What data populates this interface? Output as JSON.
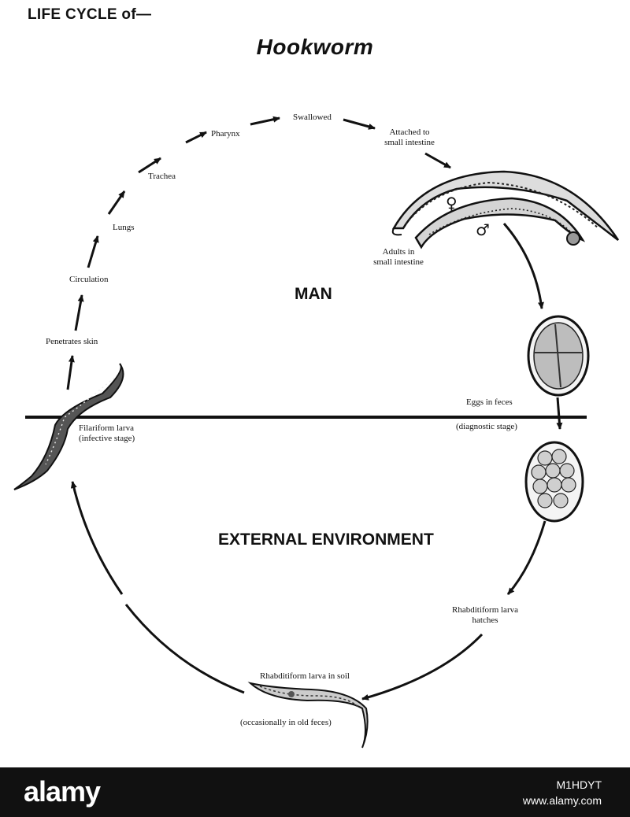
{
  "header": {
    "title": "LIFE CYCLE of—",
    "subtitle": "Hookworm"
  },
  "regions": {
    "host": "MAN",
    "environment": "EXTERNAL ENVIRONMENT"
  },
  "stages": {
    "swallowed": "Swallowed",
    "attached": [
      "Attached to",
      "small intestine"
    ],
    "pharynx": "Pharynx",
    "trachea": "Trachea",
    "lungs": "Lungs",
    "circulation": "Circulation",
    "penetrates": "Penetrates skin",
    "adults": [
      "Adults in",
      "small intestine"
    ],
    "female_symbol": "♀",
    "male_symbol": "♂",
    "eggs": "Eggs in feces",
    "diagnostic": "(diagnostic stage)",
    "filariform": [
      "Filariform larva",
      "(infective stage)"
    ],
    "rhabditiform_hatches": [
      "Rhabditiform larva",
      "hatches"
    ],
    "rhabditiform_soil": "Rhabditiform larva in soil",
    "occasionally": "(occasionally in old feces)"
  },
  "footer": {
    "logo": "alamy",
    "image_id": "M1HDYT",
    "site": "www.alamy.com"
  }
}
